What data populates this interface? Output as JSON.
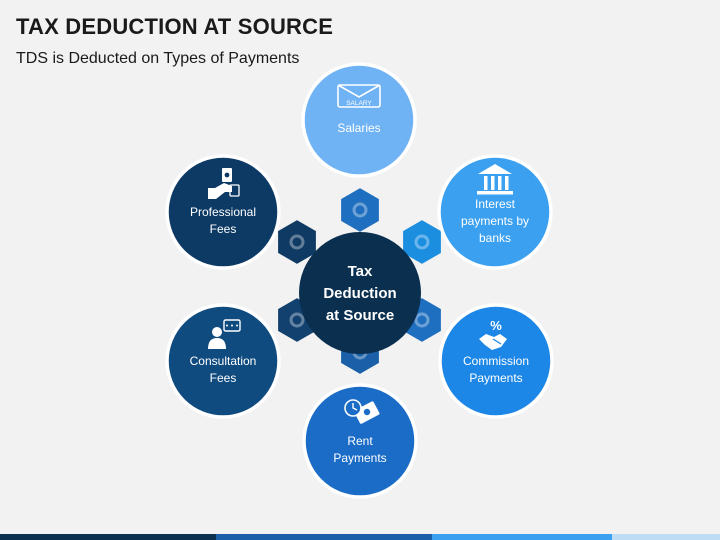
{
  "title": "TAX DEDUCTION AT SOURCE",
  "subtitle": "TDS is Deducted on Types of Payments",
  "diagram": {
    "center": {
      "lines": [
        "Tax",
        "Deduction",
        "at Source"
      ],
      "color": "#0b2f4f"
    },
    "hex_colors": [
      "#1f6fc0",
      "#1b8ee0",
      "#1f6fc0",
      "#1b5fa8",
      "#12416f",
      "#0f3a63"
    ],
    "nodes": [
      {
        "id": "salaries",
        "lines": [
          "Salaries"
        ],
        "icon": "salary-envelope-icon",
        "icon_text": "SALARY",
        "color": "#6fb3f5"
      },
      {
        "id": "interest",
        "lines": [
          "Interest",
          "payments by",
          "banks"
        ],
        "icon": "bank-icon",
        "color": "#3ba0f0"
      },
      {
        "id": "commission",
        "lines": [
          "Commission",
          "Payments"
        ],
        "icon": "handshake-percent-icon",
        "color": "#1c87e6"
      },
      {
        "id": "rent",
        "lines": [
          "Rent",
          "Payments"
        ],
        "icon": "money-clock-icon",
        "color": "#1a6cc7"
      },
      {
        "id": "consultation",
        "lines": [
          "Consultation",
          "Fees"
        ],
        "icon": "consultant-icon",
        "color": "#104b80"
      },
      {
        "id": "professional",
        "lines": [
          "Professional",
          "Fees"
        ],
        "icon": "hand-money-icon",
        "color": "#0c3a64"
      }
    ]
  },
  "footer_colors": [
    "#0b2f4f",
    "#1b5fa8",
    "#3ba0f0",
    "#bfdcf5"
  ]
}
